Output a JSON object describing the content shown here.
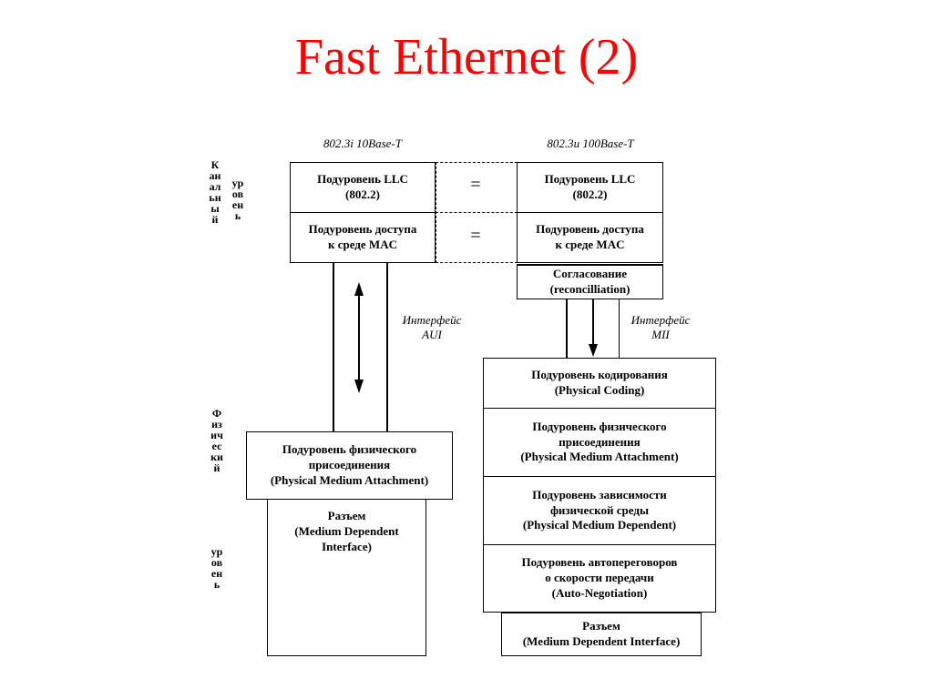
{
  "title": "Fast Ethernet (2)",
  "left_header": "802.3i 10Base-T",
  "right_header": "802.3u 100Base-T",
  "link_level_label": {
    "line1": "Канальный",
    "line2": "уровень"
  },
  "phys_level_label": {
    "line1": "Физический",
    "line2": "уровень"
  },
  "left": {
    "llc": {
      "line1": "Подуровень LLC",
      "line2": "(802.2)"
    },
    "mac": {
      "line1": "Подуровень доступа",
      "line2": "к среде MAC"
    },
    "interface": {
      "line1": "Интерфейс",
      "line2": "AUI"
    },
    "pma": {
      "line1": "Подуровень физического",
      "line2": "присоединения",
      "line3": "(Physical Medium Attachment)"
    },
    "mdi": {
      "line1": "Разъем",
      "line2": "(Medium Dependent",
      "line3": "Interface)"
    }
  },
  "equals": [
    "=",
    "="
  ],
  "right": {
    "llc": {
      "line1": "Подуровень LLC",
      "line2": "(802.2)"
    },
    "mac": {
      "line1": "Подуровень доступа",
      "line2": "к среде MAC"
    },
    "reconciliation": {
      "line1": "Согласование",
      "line2": "(reconcilliation)"
    },
    "interface": {
      "line1": "Интерфейс",
      "line2": "MII"
    },
    "pcs": {
      "line1": "Подуровень кодирования",
      "line2": "(Physical Coding)"
    },
    "pma": {
      "line1": "Подуровень физического",
      "line2": "присоединения",
      "line3": "(Physical Medium Attachment)"
    },
    "pmd": {
      "line1": "Подуровень зависимости",
      "line2": "физической среды",
      "line3": "(Physical Medium Dependent)"
    },
    "an": {
      "line1": "Подуровень автопереговоров",
      "line2": "о скорости передачи",
      "line3": "(Auto-Negotiation)"
    },
    "mdi": {
      "line1": "Разъем",
      "line2": "(Medium Dependent Interface)"
    }
  }
}
